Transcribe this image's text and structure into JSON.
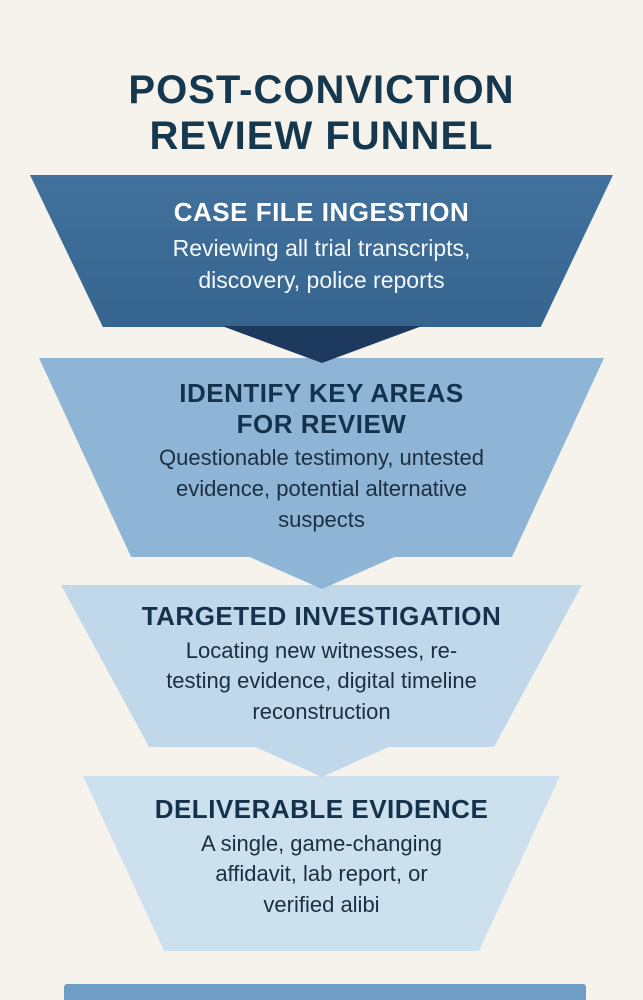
{
  "title": "POST-CONVICTION\nREVIEW FUNNEL",
  "stages": [
    {
      "heading": "CASE FILE INGESTION",
      "body": "Reviewing all trial transcripts,\ndiscovery, police reports",
      "fill": "#3a6b96",
      "arrow_fill": "#1d3a5e",
      "text_color": "#ffffff"
    },
    {
      "heading": "IDENTIFY KEY AREAS\nFOR REVIEW",
      "body": "Questionable testimony, untested\nevidence, potential alternative\nsuspects",
      "fill": "#8fb5d6",
      "arrow_fill": "#8fb5d6",
      "text_color": "#14324c"
    },
    {
      "heading": "TARGETED INVESTIGATION",
      "body": "Locating new witnesses, re-\ntesting evidence, digital timeline\nreconstruction",
      "fill": "#c0d8e9",
      "arrow_fill": "#c0d8e9",
      "text_color": "#14324c"
    },
    {
      "heading": "DELIVERABLE EVIDENCE",
      "body": "A single, game-changing\naffidavit, lab report, or\nverified alibi",
      "fill": "#cde0ee",
      "text_color": "#14324c"
    }
  ],
  "colors": {
    "background": "#f6f3ec",
    "title": "#16384f",
    "footer_bar": "#6f9dc6"
  }
}
